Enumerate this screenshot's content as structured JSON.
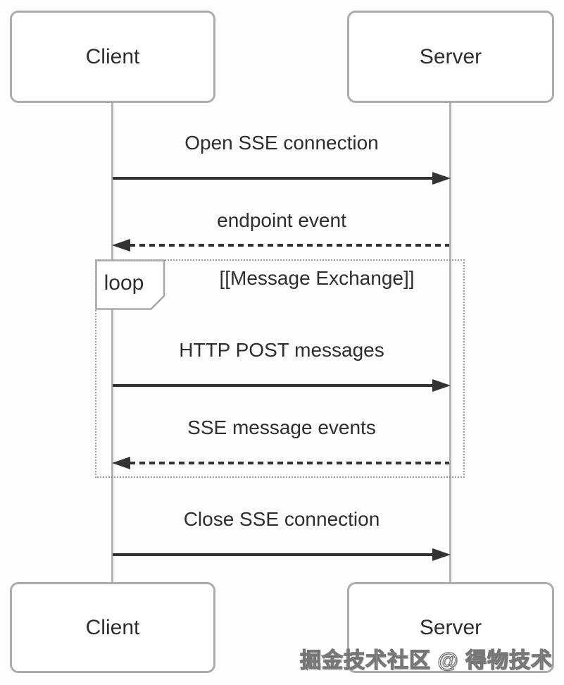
{
  "actors": {
    "top": [
      {
        "label": "Client"
      },
      {
        "label": "Server"
      }
    ],
    "bottom": [
      {
        "label": "Client"
      },
      {
        "label": "Server"
      }
    ]
  },
  "messages": [
    {
      "label": "Open SSE connection",
      "from": "Client",
      "to": "Server",
      "style": "solid"
    },
    {
      "label": "endpoint event",
      "from": "Server",
      "to": "Client",
      "style": "dashed"
    },
    {
      "label": "HTTP POST messages",
      "from": "Client",
      "to": "Server",
      "style": "solid"
    },
    {
      "label": "SSE message events",
      "from": "Server",
      "to": "Client",
      "style": "dashed"
    },
    {
      "label": "Close SSE connection",
      "from": "Client",
      "to": "Server",
      "style": "solid"
    }
  ],
  "loop": {
    "keyword": "loop",
    "title": "[[Message Exchange]]",
    "contains": [
      "HTTP POST messages",
      "SSE message events"
    ]
  },
  "watermark": "掘金技术社区 @ 得物技术",
  "colors": {
    "background": "#fdfdfd",
    "actor_border": "#acacac",
    "lifeline": "#b3b3b3",
    "arrow": "#333333",
    "text": "#2e2e2e",
    "loop_border": "#9c9c9c",
    "watermark_fill": "#ffffff",
    "watermark_stroke": "#777777"
  }
}
